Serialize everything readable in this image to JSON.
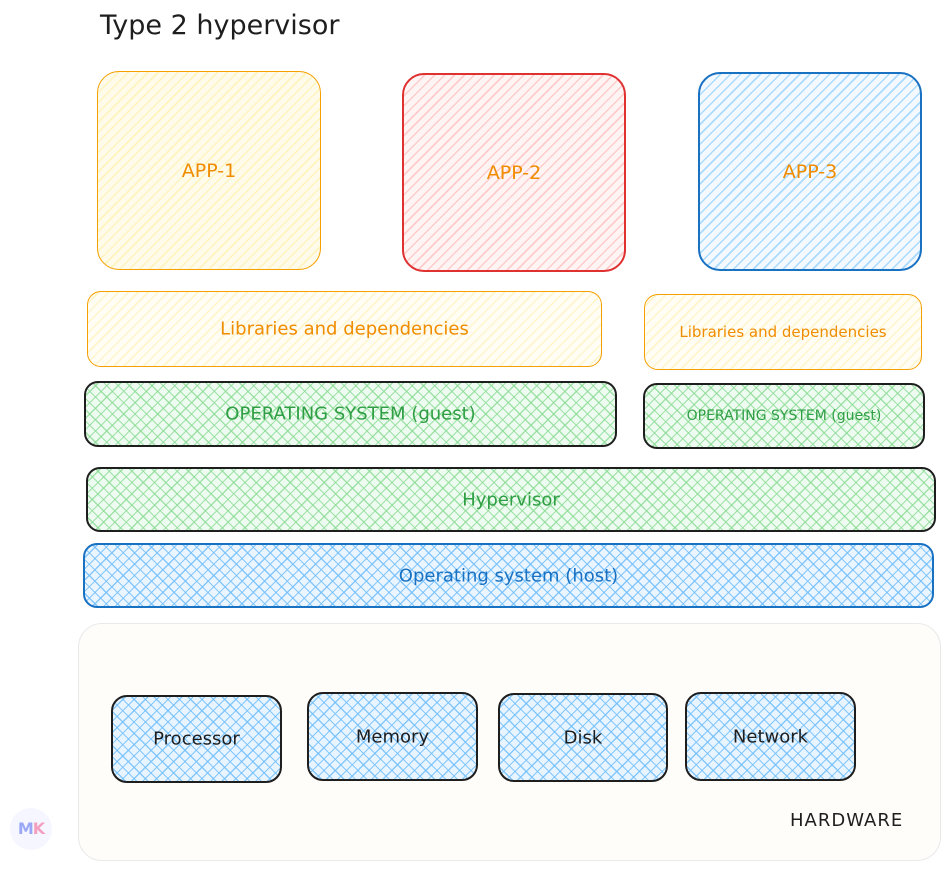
{
  "title": "Type 2 hypervisor",
  "apps": [
    {
      "label": "APP-1",
      "color": "#f59f00"
    },
    {
      "label": "APP-2",
      "color": "#e03131"
    },
    {
      "label": "APP-3",
      "color": "#1971c2"
    }
  ],
  "libraries": [
    {
      "label": "Libraries and dependencies"
    },
    {
      "label": "Libraries and dependencies"
    }
  ],
  "guest_os": [
    {
      "label": "OPERATING SYSTEM (guest)"
    },
    {
      "label": "OPERATING SYSTEM (guest)"
    }
  ],
  "hypervisor": {
    "label": "Hypervisor"
  },
  "host_os": {
    "label": "Operating system (host)"
  },
  "hardware": {
    "label": "HARDWARE",
    "items": [
      {
        "label": "Processor"
      },
      {
        "label": "Memory"
      },
      {
        "label": "Disk"
      },
      {
        "label": "Network"
      }
    ]
  },
  "logo": {
    "m": "M",
    "k": "K"
  },
  "colors": {
    "orange": "#f59f00",
    "red": "#e03131",
    "blue": "#1971c2",
    "green": "#2f9e44",
    "stroke": "#1e1e1e"
  }
}
